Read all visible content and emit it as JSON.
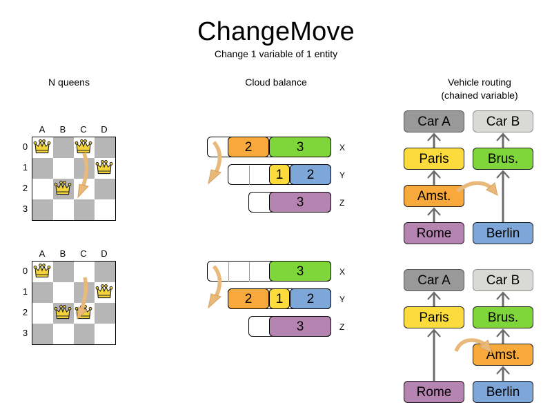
{
  "header": {
    "title": "ChangeMove",
    "subtitle": "Change 1 variable of 1 entity"
  },
  "sections": {
    "nqueens": {
      "heading": "N queens"
    },
    "cloud": {
      "heading": "Cloud balance"
    },
    "vehicle": {
      "heading_line1": "Vehicle routing",
      "heading_line2": "(chained variable)"
    }
  },
  "colors": {
    "orange": "#f7a93b",
    "green": "#7fd63a",
    "yellow": "#fcdc3c",
    "blue": "#7da7d9",
    "purple": "#b584b0",
    "car_a_gray": "#999999",
    "car_b_gray": "#d9d9d6",
    "arrow": "#e8b97a",
    "arrow_stroke": "#d9a05b",
    "board_gray": "#b6b6b6",
    "board_white": "#ffffff",
    "queen_gold": "#f2d33c",
    "edge_gray": "#6b6b6b"
  },
  "nqueens": {
    "files": [
      "A",
      "B",
      "C",
      "D"
    ],
    "ranks": [
      "0",
      "1",
      "2",
      "3"
    ],
    "before": {
      "queens": [
        {
          "file": "A",
          "rank": "0"
        },
        {
          "file": "C",
          "rank": "0"
        },
        {
          "file": "D",
          "rank": "1"
        },
        {
          "file": "B",
          "rank": "2"
        }
      ],
      "move": {
        "from_file": "C",
        "from_rank": "0",
        "to_file": "C",
        "to_rank": "2"
      }
    },
    "after": {
      "queens": [
        {
          "file": "A",
          "rank": "0"
        },
        {
          "file": "D",
          "rank": "1"
        },
        {
          "file": "B",
          "rank": "2"
        },
        {
          "file": "C",
          "rank": "2"
        }
      ],
      "move": {
        "from_file": "C",
        "from_rank": "0",
        "to_file": "C",
        "to_rank": "2"
      }
    }
  },
  "cloud_balance": {
    "row_labels": [
      "X",
      "Y",
      "Z"
    ],
    "before": {
      "rows": [
        {
          "label": "X",
          "free": 1,
          "segments": [
            {
              "value": "2",
              "span": 2,
              "color": "#f7a93b"
            },
            {
              "value": "3",
              "span": 3,
              "color": "#7fd63a"
            }
          ]
        },
        {
          "label": "Y",
          "free": 2,
          "segments": [
            {
              "value": "1",
              "span": 1,
              "color": "#fcdc3c"
            },
            {
              "value": "2",
              "span": 2,
              "color": "#7da7d9"
            }
          ]
        },
        {
          "label": "Z",
          "free": 1,
          "segments": [
            {
              "value": "3",
              "span": 3,
              "color": "#b584b0"
            }
          ]
        }
      ]
    },
    "after": {
      "rows": [
        {
          "label": "X",
          "free": 3,
          "segments": [
            {
              "value": "3",
              "span": 3,
              "color": "#7fd63a"
            }
          ]
        },
        {
          "label": "Y",
          "free": 0,
          "segments": [
            {
              "value": "2",
              "span": 2,
              "color": "#f7a93b"
            },
            {
              "value": "1",
              "span": 1,
              "color": "#fcdc3c"
            },
            {
              "value": "2",
              "span": 2,
              "color": "#7da7d9"
            }
          ]
        },
        {
          "label": "Z",
          "free": 1,
          "segments": [
            {
              "value": "3",
              "span": 3,
              "color": "#b584b0"
            }
          ]
        }
      ]
    }
  },
  "vehicle_routing": {
    "before": {
      "chain_a": [
        "Car A",
        "Paris",
        "Amst.",
        "Rome"
      ],
      "chain_b": [
        "Car B",
        "Brus.",
        "Berlin"
      ],
      "moved_node": "Amst."
    },
    "after": {
      "chain_a": [
        "Car A",
        "Paris",
        "Rome"
      ],
      "chain_b": [
        "Car B",
        "Brus.",
        "Amst.",
        "Berlin"
      ],
      "moved_node": "Amst."
    },
    "labels": {
      "car_a": "Car A",
      "car_b": "Car B",
      "paris": "Paris",
      "brussels": "Brus.",
      "amsterdam": "Amst.",
      "rome": "Rome",
      "berlin": "Berlin"
    }
  }
}
